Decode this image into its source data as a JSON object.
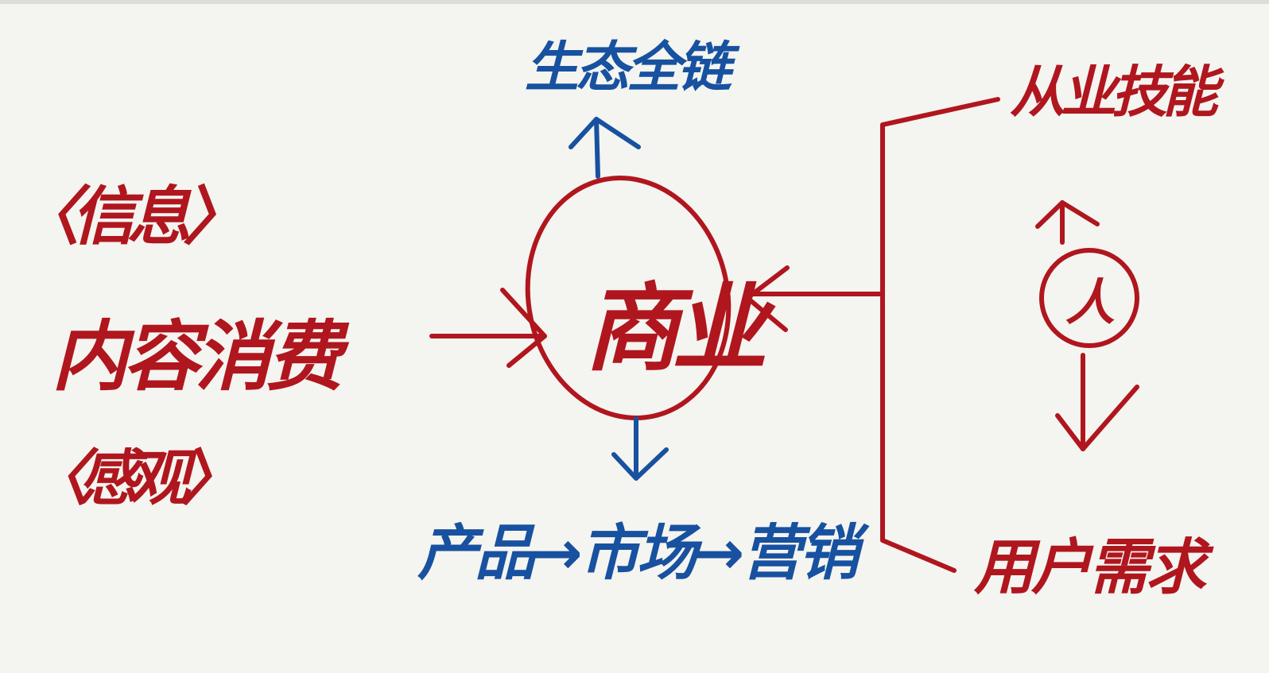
{
  "colors": {
    "red": "#b0161e",
    "blue": "#1751a0",
    "background": "#f4f4f0"
  },
  "labels": {
    "top": "生态全链",
    "center": "商业",
    "left_bracket_top": "〈信息〉",
    "left_main": "内容消费",
    "left_bracket_bottom": "〈感观〉",
    "bottom": "产品→市场→营销",
    "right_top": "从业技能",
    "right_circle": "人",
    "right_bottom": "用户需求"
  }
}
